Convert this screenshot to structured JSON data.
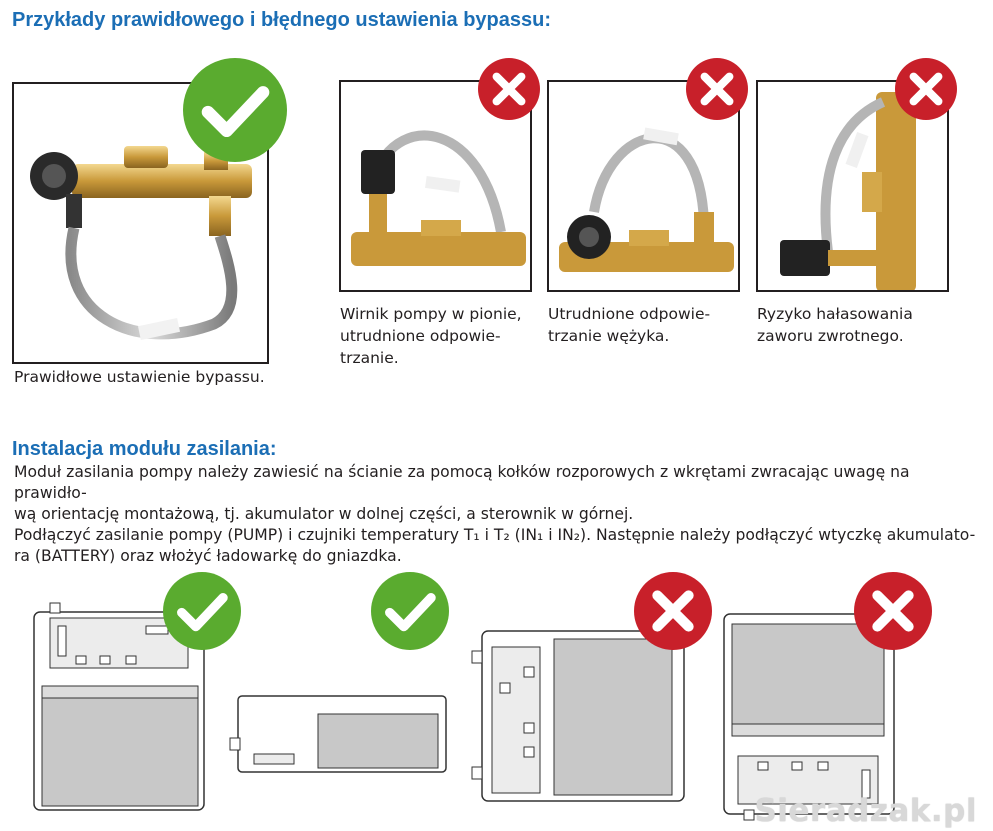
{
  "section1": {
    "title": "Przykłady prawidłowego i błędnego ustawienia bypassu:",
    "examples": [
      {
        "caption": "Prawidłowe ustawienie bypassu.",
        "status": "correct"
      },
      {
        "caption": "Wirnik pompy w pionie, utrudnione odpowie-trzanie.",
        "caption_lines": [
          "Wirnik pompy w pionie,",
          "utrudnione odpowie-",
          "trzanie."
        ],
        "status": "wrong"
      },
      {
        "caption_lines": [
          "Utrudnione odpowie-",
          "trzanie wężyka."
        ],
        "status": "wrong"
      },
      {
        "caption_lines": [
          "Ryzyko hałasowania",
          "zaworu zwrotnego."
        ],
        "status": "wrong"
      }
    ]
  },
  "section2": {
    "title": "Instalacja modułu zasilania:",
    "lines": [
      "Moduł zasilania pompy należy zawiesić na ścianie za pomocą kołków rozporowych z wkrętami zwracając uwagę na prawidło-",
      "wą orientację montażową, tj. akumulator w dolnej części, a sterownik w górnej.",
      "Podłączyć zasilanie pompy (PUMP) i czujniki temperatury T₁ i T₂ (IN₁ i IN₂). Następnie należy podłączyć wtyczkę akumulato-",
      "ra (BATTERY) oraz włożyć ładowarkę do gniazdka."
    ],
    "modules": [
      {
        "status": "correct",
        "orientation": "upright"
      },
      {
        "status": "correct",
        "orientation": "lying"
      },
      {
        "status": "wrong",
        "orientation": "rotated"
      },
      {
        "status": "wrong",
        "orientation": "upside-down"
      }
    ]
  },
  "watermark": "Sieradzak.pl",
  "colors": {
    "heading": "#1b6eb5",
    "correct": "#5aab2f",
    "wrong": "#c8202a",
    "box_fill": "#c8c8c8"
  }
}
